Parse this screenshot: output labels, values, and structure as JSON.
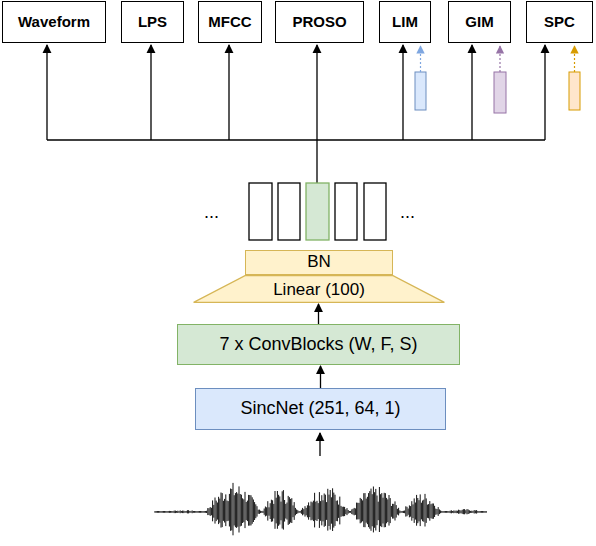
{
  "diagram": {
    "nodes": [
      {
        "text": [
          "Waveform"
        ]
      },
      {
        "text": [
          "LPS"
        ]
      },
      {
        "text": [
          "MFCC"
        ]
      },
      {
        "text": [
          "PROSO"
        ]
      },
      {
        "text": [
          "LIM"
        ]
      },
      {
        "text": [
          "GIM"
        ]
      },
      {
        "text": [
          "SPC"
        ]
      },
      {
        "text": [
          "BN"
        ]
      },
      {
        "text": [
          "Linear (100)"
        ]
      },
      {
        "text": [
          "7 x ConvBlocks (W, F, S)"
        ]
      },
      {
        "text": [
          "SincNet (251, 64, 1)"
        ]
      }
    ],
    "edges": [
      {
        "from": 10,
        "to": 9,
        "arrow": "to"
      },
      {
        "from": 9,
        "to": 8,
        "arrow": "to"
      }
    ],
    "labels": [
      "...",
      "..."
    ]
  }
}
